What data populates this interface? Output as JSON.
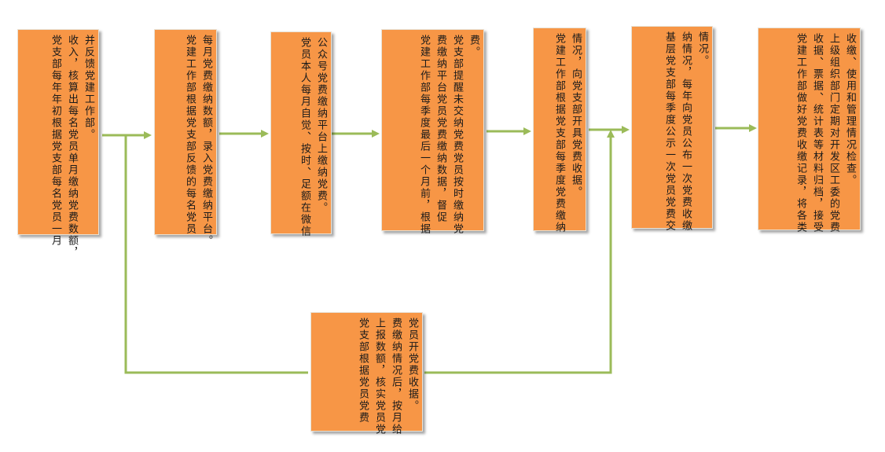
{
  "colors": {
    "box_fill": "#f79646",
    "arrow": "#9bbb59",
    "box_border": "#e8e2d6"
  },
  "boxes": [
    {
      "id": "step-1",
      "lines": [
        "并反馈党建工作部。",
        "收入，核算出每名党员单月缴纳党费数额，",
        "党支部每年年初根据党支部每名党员一月"
      ]
    },
    {
      "id": "step-2",
      "lines": [
        "每月党费缴纳数额，录入党费缴纳平台。",
        "党建工作部根据党支部反馈的每名党员"
      ]
    },
    {
      "id": "step-3",
      "lines": [
        "公众号党费缴纳平台上缴纳党费。",
        "党员本人每月自觉、按时、足额在微信"
      ]
    },
    {
      "id": "step-4",
      "lines": [
        "费。",
        "党支部提醒未交纳党费党员按时缴纳党",
        "费缴纳平台党员党费缴纳数据，督促",
        "党建工作部每季度最后一个月前，根据"
      ]
    },
    {
      "id": "step-5",
      "lines": [
        "情况，向党支部开具党费收据。",
        "党建工作部根据党支部每季度党费缴纳"
      ]
    },
    {
      "id": "step-6",
      "lines": [
        "情况。",
        "纳情况，每年向党员公布一次党费收缴",
        "基层党支部每季度公示一次党员党费交"
      ]
    },
    {
      "id": "step-7",
      "lines": [
        "收缴、使用和管理情况检查。",
        "上级组织部门定期对开发区工委的党费",
        "收据、票据、统计表等材料归档，接受",
        "党建工作部做好党费收缴记录，将各类"
      ]
    },
    {
      "id": "step-branch",
      "lines": [
        "党员开党费收据。",
        "费缴纳情况后，按月给",
        "上报数额，核实党员党",
        "党支部根据党员党费"
      ]
    }
  ]
}
